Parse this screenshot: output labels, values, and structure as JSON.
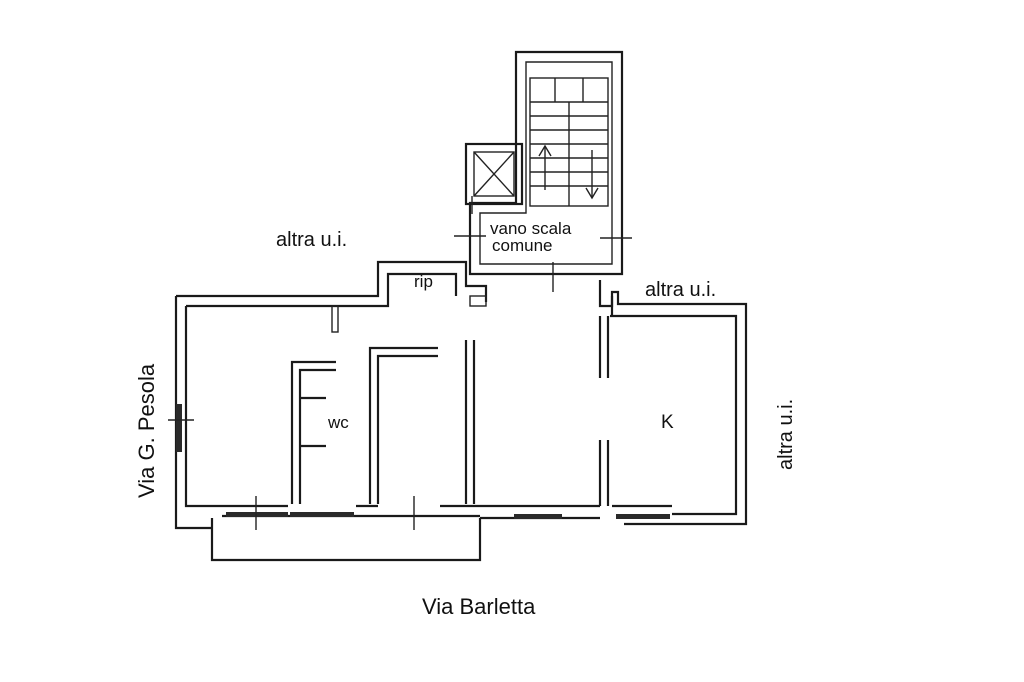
{
  "labels": {
    "stair": "vano scala",
    "stair_sub": "comune",
    "other_unit_top_left": "altra u.i.",
    "other_unit_top_right": "altra u.i.",
    "other_unit_right": "altra u.i.",
    "landing": "rip",
    "bathroom": "wc",
    "kitchen": "K",
    "street_left": "Via G. Pesola",
    "street_bottom": "Via Barletta"
  },
  "colors": {
    "line": "#1a1a1a",
    "background": "#ffffff"
  }
}
